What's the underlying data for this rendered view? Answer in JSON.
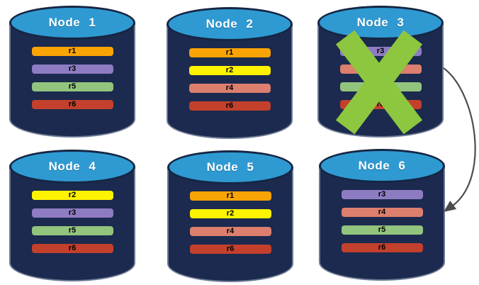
{
  "colors": {
    "cylinder_body": "#1B2A4E",
    "cylinder_top": "#2F9AD2",
    "cylinder_edge": "#152644",
    "title_text": "#FFFFFF",
    "bar_text": "#000000",
    "failure_x": "#8DC63F",
    "arrow": "#4D4D4D"
  },
  "replica_colors": {
    "r1": "#F9A405",
    "r2": "#FDF300",
    "r3": "#8E7CC3",
    "r4": "#DC7F6E",
    "r5": "#93C47D",
    "r6": "#C2402C"
  },
  "nodes": [
    {
      "title": "Node 1",
      "replicas": [
        "r1",
        "r3",
        "r5",
        "r6"
      ],
      "crossed_out": false
    },
    {
      "title": "Node 2",
      "replicas": [
        "r1",
        "r2",
        "r4",
        "r6"
      ],
      "crossed_out": false
    },
    {
      "title": "Node 3",
      "replicas": [
        "r3",
        "r4",
        "r5",
        "r6"
      ],
      "crossed_out": true
    },
    {
      "title": "Node 4",
      "replicas": [
        "r2",
        "r3",
        "r5",
        "r6"
      ],
      "crossed_out": false
    },
    {
      "title": "Node 5",
      "replicas": [
        "r1",
        "r2",
        "r4",
        "r6"
      ],
      "crossed_out": false
    },
    {
      "title": "Node 6",
      "replicas": [
        "r3",
        "r4",
        "r5",
        "r6"
      ],
      "crossed_out": false
    }
  ],
  "arrow": {
    "from_node": "Node 3",
    "to_node": "Node 6"
  }
}
